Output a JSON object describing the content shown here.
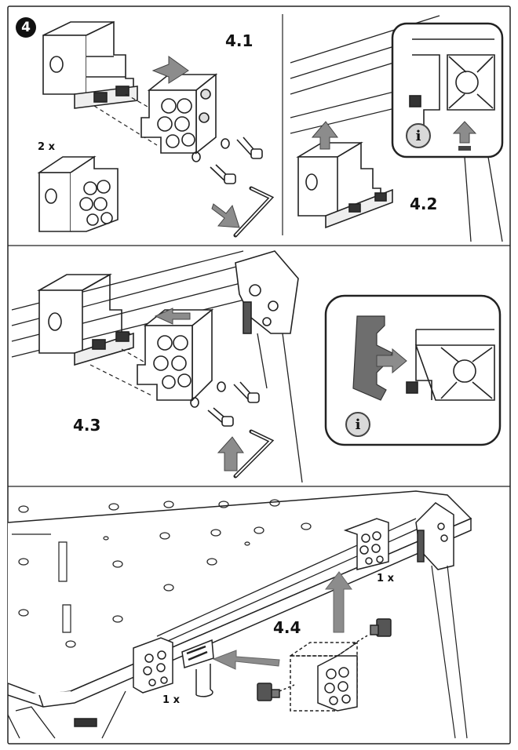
{
  "step_number": "4",
  "panels": {
    "p41": {
      "label": "4.1",
      "qty": "2 x"
    },
    "p42": {
      "label": "4.2",
      "info": "i"
    },
    "p43": {
      "label": "4.3",
      "info": "i"
    },
    "p44": {
      "label": "4.4",
      "qty_top": "1 x",
      "qty_bottom": "1 x"
    }
  },
  "colors": {
    "line": "#222222",
    "arrow": "#8c8c8c",
    "clip": "#6e6e6e"
  }
}
